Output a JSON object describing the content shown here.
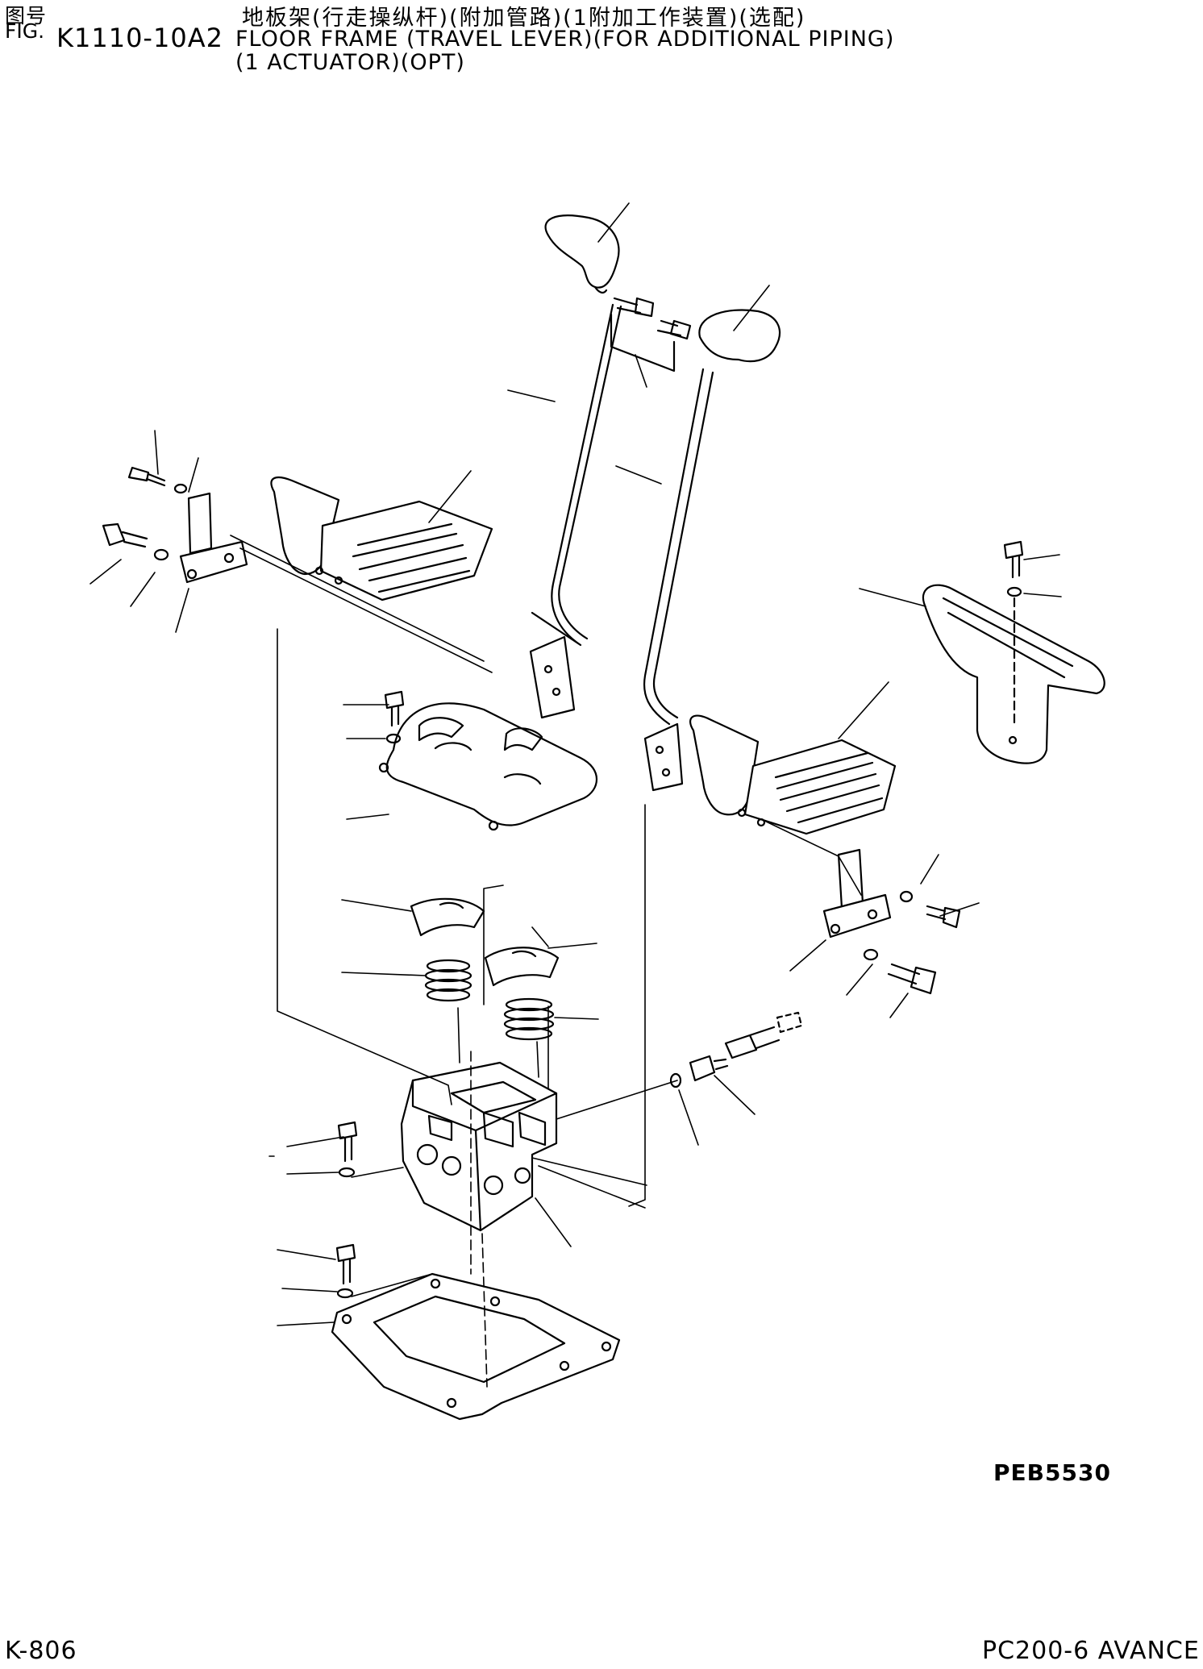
{
  "header": {
    "fig_label_cn": "图号",
    "fig_label_en": "FIG.",
    "fig_number": "K1110-10A2",
    "title_cn": "地板架(行走操纵杆)(附加管路)(1附加工作装置)(选配)",
    "title_en_line1": "FLOOR FRAME (TRAVEL LEVER)(FOR ADDITIONAL PIPING)",
    "title_en_line2": "(1 ACTUATOR)(OPT)"
  },
  "drawing_code": "PEB5530",
  "footer": {
    "page_number": "K-806",
    "model": "PC200-6 AVANCE"
  },
  "colors": {
    "ink": "#000000",
    "paper": "#ffffff"
  }
}
